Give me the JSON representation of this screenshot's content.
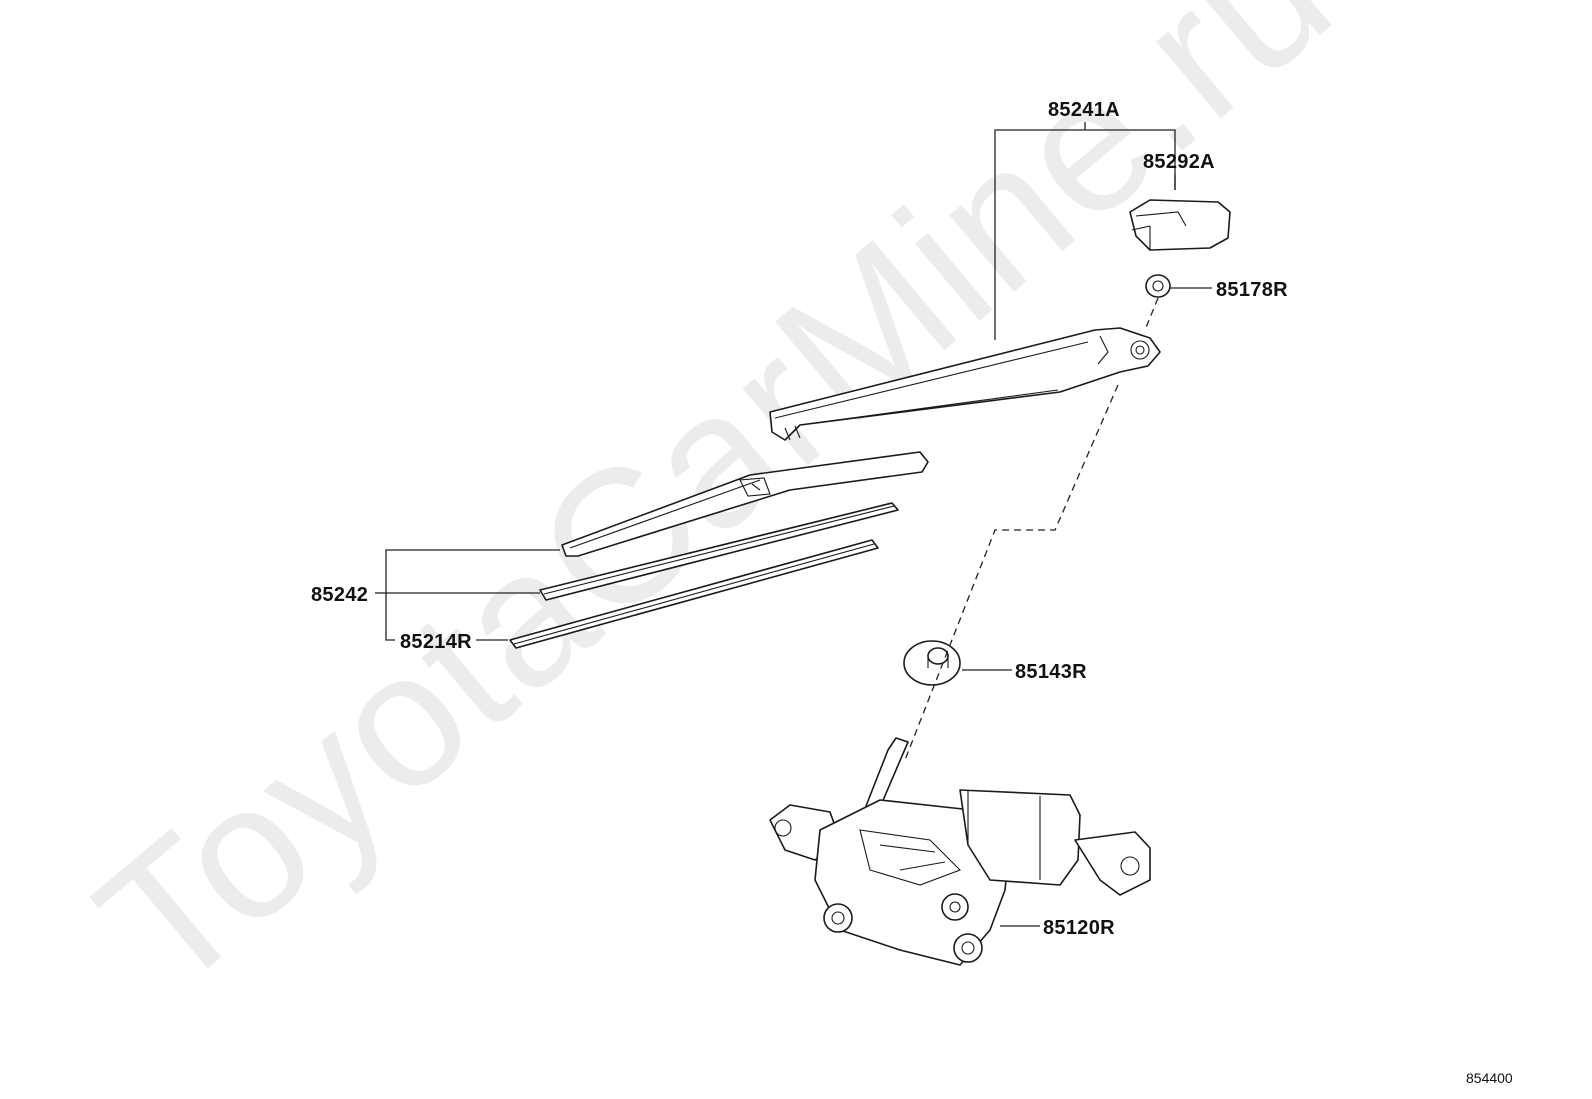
{
  "watermark": "ToyotaCarMine.ru",
  "diagram_id": "854400",
  "callouts": {
    "arm_assy": "85241A",
    "arm_cap": "85292A",
    "nut": "85178R",
    "blade_assy": "85242",
    "blade_rubber": "85214R",
    "pivot_cap": "85143R",
    "motor": "85120R"
  },
  "colors": {
    "watermark": "#ececec",
    "line": "#1a1a1a",
    "background": "#ffffff"
  }
}
